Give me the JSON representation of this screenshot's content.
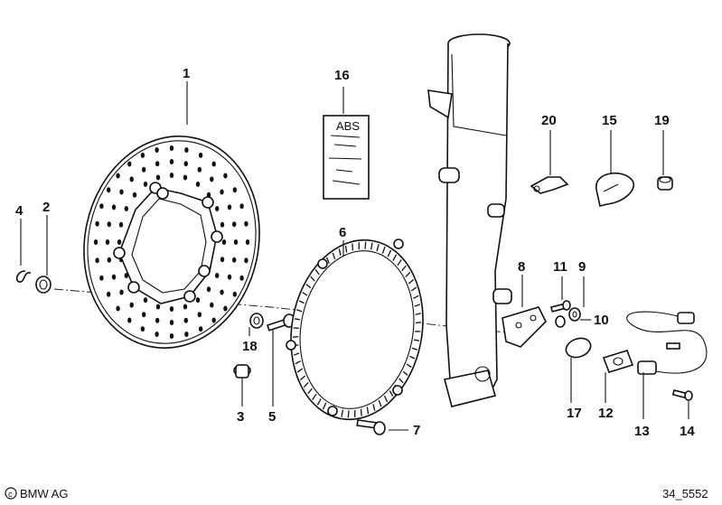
{
  "callouts": [
    {
      "id": "1",
      "text": "1"
    },
    {
      "id": "2",
      "text": "2"
    },
    {
      "id": "3",
      "text": "3"
    },
    {
      "id": "4",
      "text": "4"
    },
    {
      "id": "5",
      "text": "5"
    },
    {
      "id": "6",
      "text": "6"
    },
    {
      "id": "7",
      "text": "7"
    },
    {
      "id": "8",
      "text": "8"
    },
    {
      "id": "9",
      "text": "9"
    },
    {
      "id": "10",
      "text": "10"
    },
    {
      "id": "11",
      "text": "11"
    },
    {
      "id": "12",
      "text": "12"
    },
    {
      "id": "13",
      "text": "13"
    },
    {
      "id": "14",
      "text": "14"
    },
    {
      "id": "15",
      "text": "15"
    },
    {
      "id": "16",
      "text": "16"
    },
    {
      "id": "17",
      "text": "17"
    },
    {
      "id": "18",
      "text": "18"
    },
    {
      "id": "19",
      "text": "19"
    },
    {
      "id": "20",
      "text": "20"
    }
  ],
  "label_16": {
    "brand": "ABS"
  },
  "footer": {
    "copyright": "BMW AG",
    "diagram_id": "34_5552"
  }
}
